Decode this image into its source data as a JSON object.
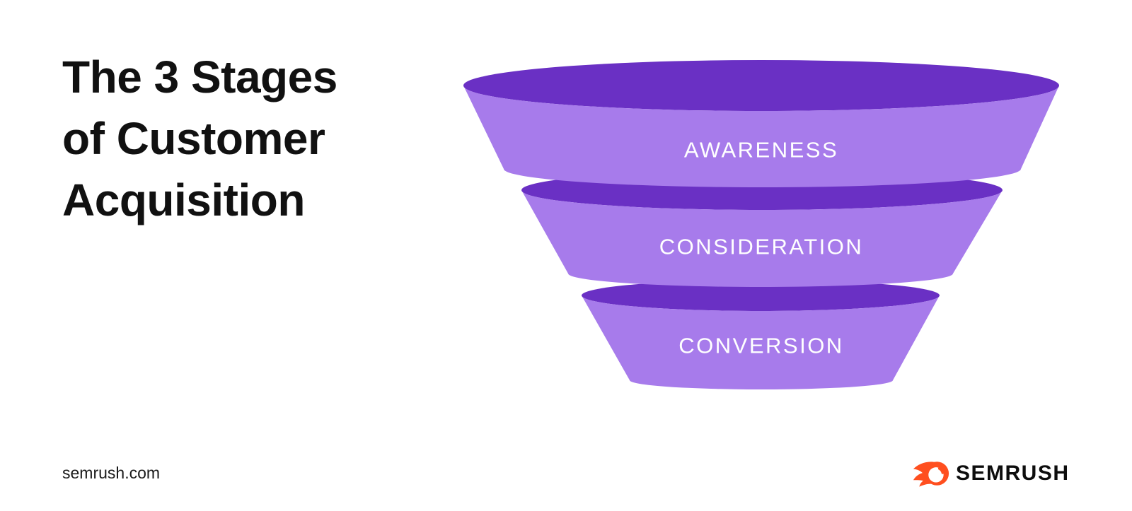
{
  "title": "The 3 Stages\nof Customer\nAcquisition",
  "funnel": {
    "stages": [
      {
        "label": "AWARENESS"
      },
      {
        "label": "CONSIDERATION"
      },
      {
        "label": "CONVERSION"
      }
    ],
    "dark_color": "#6a30c4",
    "light_color": "#a77beb",
    "label_color": "#ffffff"
  },
  "footer": {
    "site": "semrush.com",
    "brand": "SEMRUSH",
    "brand_color": "#ff4f1f"
  }
}
